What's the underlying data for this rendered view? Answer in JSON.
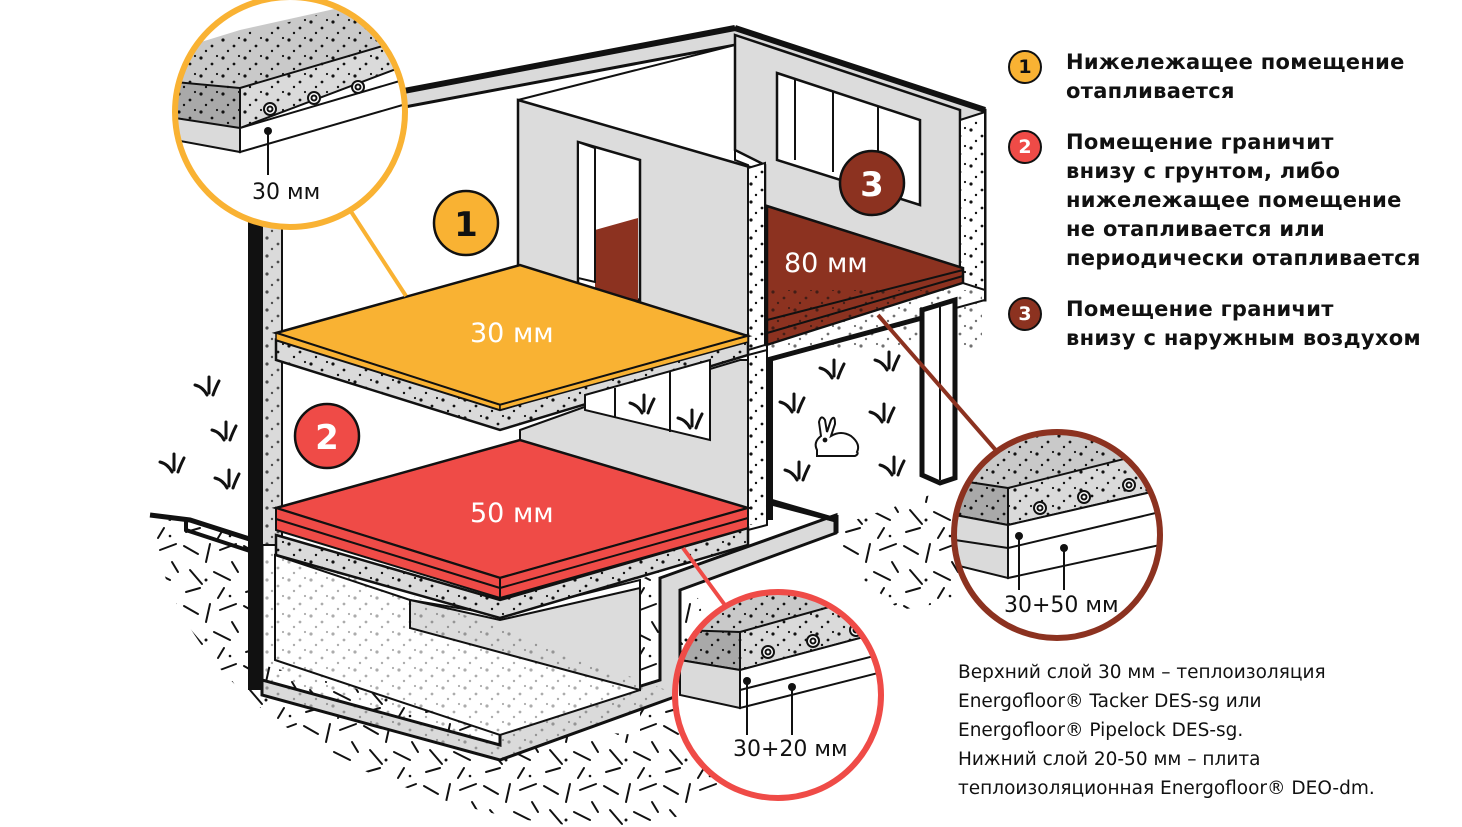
{
  "colors": {
    "zone1": "#F9B233",
    "zone2": "#EF4B47",
    "zone3": "#8C3220",
    "concrete": "#DADADA",
    "concrete_dark": "#A9A9A9",
    "outline": "#111111",
    "wall": "#DCDCDC"
  },
  "zones": [
    {
      "number": "1",
      "floor_label": "30 мм",
      "callout_label": "30 мм",
      "legend": "Нижележащее помещение\nотапливается",
      "color_key": "zone1"
    },
    {
      "number": "2",
      "floor_label": "50 мм",
      "callout_label": "30+20 мм",
      "legend": "Помещение граничит\nвнизу с грунтом, либо\nнижележащее помещение\nне отапливается или\nпериодически отапливается",
      "color_key": "zone2"
    },
    {
      "number": "3",
      "floor_label": "80 мм",
      "callout_label": "30+50 мм",
      "legend": "Помещение граничит\nвнизу с наружным воздухом",
      "color_key": "zone3"
    }
  ],
  "note": "Верхний слой 30 мм – теплоизоляция\nEnergofloor® Tacker DES-sg или\nEnergofloor® Pipelock DES-sg.\nНижний слой 20-50 мм – плита\nтеплоизоляционная Energofloor® DEO-dm.",
  "icons": {
    "animal": "rabbit-icon",
    "plants": "grass-tuft-icon",
    "pipe": "heating-pipe-icon"
  }
}
